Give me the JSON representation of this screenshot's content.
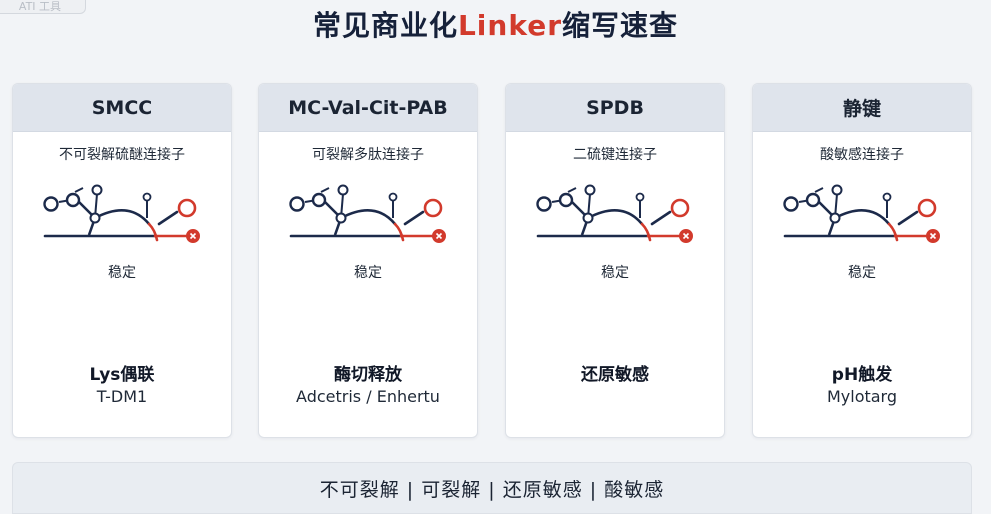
{
  "corner_badge": "ATI 工具",
  "page": {
    "title_prefix": "常见商业化",
    "title_accent": "Linker",
    "title_suffix": "缩写速查"
  },
  "colors": {
    "accent": "#d23a2c",
    "navy": "#1c2a4a",
    "header_bg": "#dfe4ec"
  },
  "cards": [
    {
      "name": "SMCC",
      "desc": "不可裂解硫醚连接子",
      "stability": "稳定",
      "mechanism": "Lys偶联",
      "example": "T-DM1"
    },
    {
      "name": "MC-Val-Cit-PAB",
      "desc": "可裂解多肽连接子",
      "stability": "稳定",
      "mechanism": "酶切释放",
      "example": "Adcetris / Enhertu"
    },
    {
      "name": "SPDB",
      "desc": "二硫键连接子",
      "stability": "稳定",
      "mechanism": "还原敏感",
      "example": ""
    },
    {
      "name": "静键",
      "desc": "酸敏感连接子",
      "stability": "稳定",
      "mechanism": "pH触发",
      "example": "Mylotarg"
    }
  ],
  "footer": "不可裂解 | 可裂解 | 还原敏感 | 酸敏感"
}
